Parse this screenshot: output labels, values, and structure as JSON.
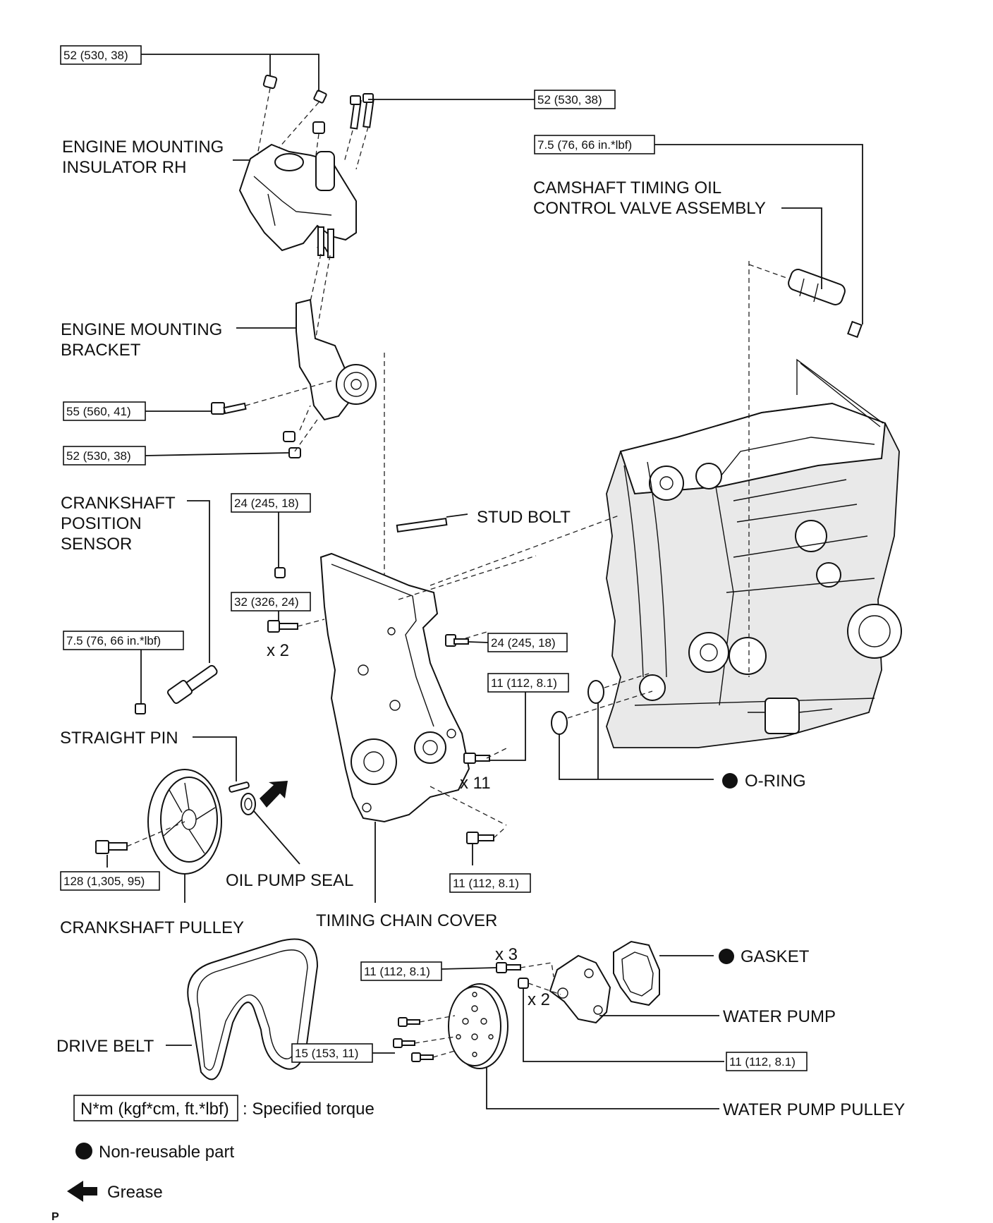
{
  "labels": {
    "engine_mounting_insulator": [
      "ENGINE MOUNTING",
      "INSULATOR RH"
    ],
    "camshaft_valve": [
      "CAMSHAFT TIMING OIL",
      "CONTROL VALVE ASSEMBLY"
    ],
    "engine_mounting_bracket": [
      "ENGINE MOUNTING",
      "BRACKET"
    ],
    "crankshaft_position_sensor": [
      "CRANKSHAFT",
      "POSITION",
      "SENSOR"
    ],
    "stud_bolt": "STUD BOLT",
    "straight_pin": "STRAIGHT PIN",
    "o_ring": "O-RING",
    "oil_pump_seal": "OIL PUMP SEAL",
    "crankshaft_pulley": "CRANKSHAFT PULLEY",
    "timing_chain_cover": "TIMING CHAIN COVER",
    "gasket": "GASKET",
    "water_pump": "WATER PUMP",
    "drive_belt": "DRIVE BELT",
    "water_pump_pulley": "WATER PUMP PULLEY"
  },
  "torques": {
    "insulator_top": "52 (530, 38)",
    "insulator_bolts": "52 (530, 38)",
    "camshaft_valve_bolt": "7.5 (76, 66 in.*lbf)",
    "bracket_bolt": "55 (560, 41)",
    "bracket_nut": "52 (530, 38)",
    "cover_nut": "24 (245, 18)",
    "cover_bolt_x2": "32 (326, 24)",
    "sensor_bolt": "7.5 (76, 66 in.*lbf)",
    "cover_stud_nut": "24 (245, 18)",
    "cover_bolts_x11": "11 (112, 8.1)",
    "cover_bottom_bolt": "11 (112, 8.1)",
    "crank_pulley_bolt": "128 (1,305, 95)",
    "water_pump_bolts_x3": "11 (112, 8.1)",
    "pulley_bolts": "15 (153, 11)",
    "water_pump_nuts_x2": "11 (112, 8.1)"
  },
  "quantities": {
    "cover_bolt": "x 2",
    "cover_bolts": "x 11",
    "pump_bolts": "x 3",
    "pump_nuts": "x 2"
  },
  "legend": {
    "torque_box": "N*m (kgf*cm, ft.*lbf)",
    "torque_text": ": Specified torque",
    "non_reusable": "Non-reusable part",
    "grease": "Grease"
  },
  "corner_mark": "P"
}
